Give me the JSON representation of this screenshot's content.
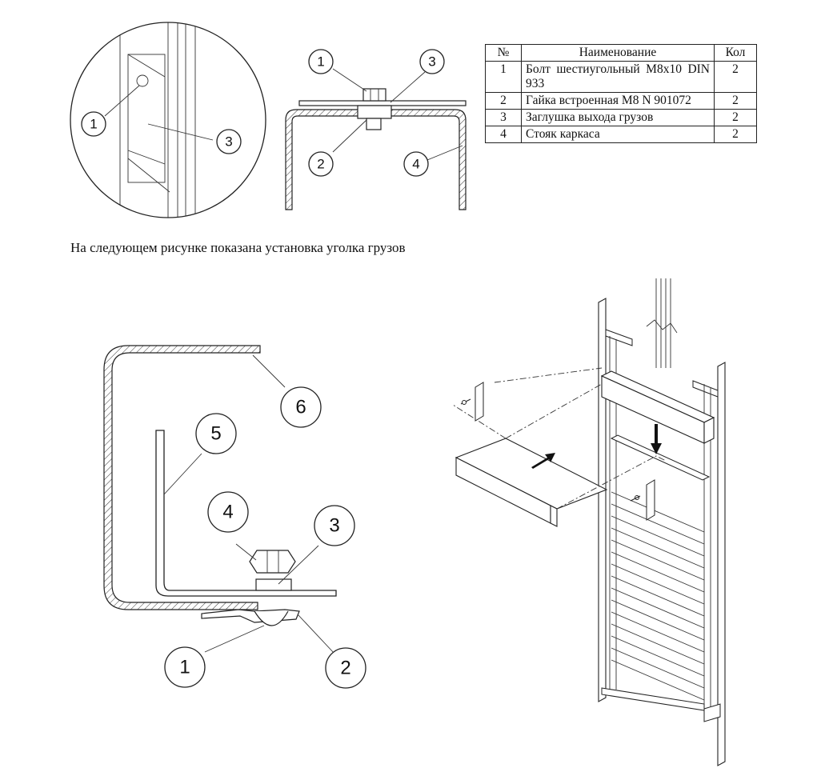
{
  "figure1": {
    "callouts": [
      "1",
      "3"
    ]
  },
  "figure2": {
    "callouts": [
      "1",
      "3",
      "2",
      "4"
    ]
  },
  "parts_table": {
    "headers": {
      "num": "№",
      "name": "Наименование",
      "qty": "Кол"
    },
    "rows": [
      {
        "num": "1",
        "name": "Болт шестиугольный M8x10 DIN 933",
        "qty": "2"
      },
      {
        "num": "2",
        "name": "Гайка встроенная M8 N 901072",
        "qty": "2"
      },
      {
        "num": "3",
        "name": "Заглушка выхода грузов",
        "qty": "2"
      },
      {
        "num": "4",
        "name": "Стояк каркаса",
        "qty": "2"
      }
    ]
  },
  "caption": "На следующем рисунке показана установка уголка грузов",
  "figure3": {
    "callouts": [
      "6",
      "5",
      "4",
      "3",
      "1",
      "2"
    ]
  }
}
